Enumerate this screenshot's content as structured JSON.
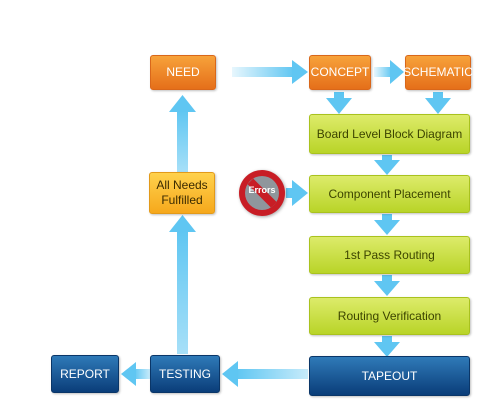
{
  "diagram": {
    "nodes": {
      "need": "NEED",
      "concept": "CONCEPT",
      "schematic": "SCHEMATIC",
      "board_level_block_diagram": "Board Level Block Diagram",
      "all_needs_fulfilled": "All Needs Fulfilled",
      "errors": "Errors",
      "component_placement": "Component Placement",
      "first_pass_routing": "1st Pass Routing",
      "routing_verification": "Routing Verification",
      "report": "REPORT",
      "testing": "TESTING",
      "tapeout": "TAPEOUT"
    },
    "colors": {
      "arrow": "#5fc6f2",
      "orange": "#ef8a28",
      "light_orange": "#fbbd33",
      "green": "#c8df42",
      "navy": "#0d4a8a",
      "errors_red": "#c81d25"
    }
  }
}
